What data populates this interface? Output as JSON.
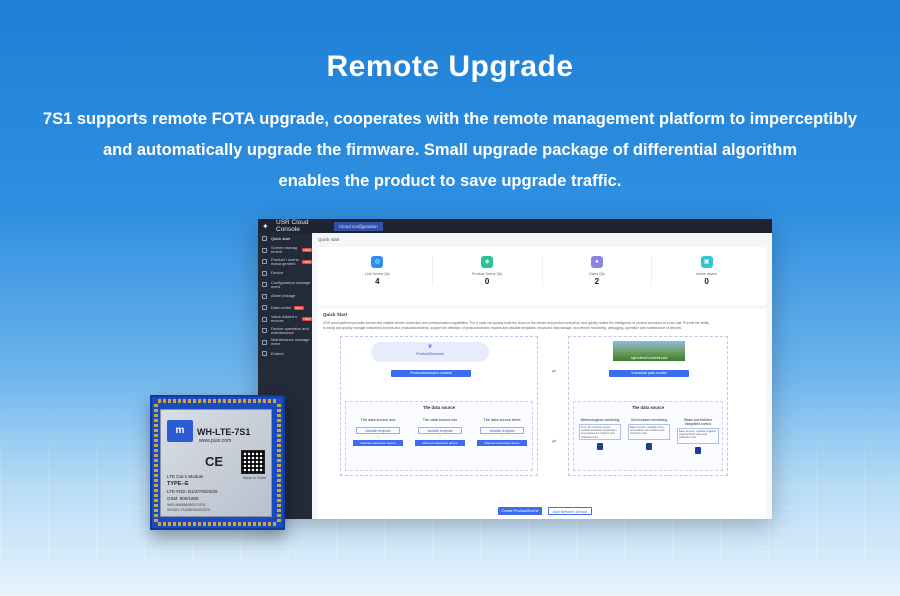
{
  "hero": {
    "title": "Remote Upgrade",
    "desc_lines": [
      "7S1 supports remote FOTA upgrade, cooperates with the remote management platform to imperceptibly",
      "and automatically upgrade the firmware. Small upgrade package of differential algorithm",
      "enables the product to save upgrade traffic."
    ]
  },
  "console": {
    "app_title": "USR Cloud Console",
    "top_tab": "Cloud configuration",
    "sidebar": [
      {
        "label": "Quick start"
      },
      {
        "label": "Screen manag ement",
        "badge": "NEW"
      },
      {
        "label": "Product / scene mana gement",
        "badge": "NEW"
      },
      {
        "label": "Device"
      },
      {
        "label": "Configuration manage ment"
      },
      {
        "label": "Alarm linkage"
      },
      {
        "label": "Data center",
        "badge": "NEW"
      },
      {
        "label": "Value-Added s ervices",
        "badge": "NEW"
      },
      {
        "label": "Device operation and maintenance"
      },
      {
        "label": "Maintenance manage ment"
      },
      {
        "label": "Extend"
      }
    ],
    "breadcrumb": "Quick start",
    "stats": [
      {
        "label": "Link Device Qty",
        "value": "4",
        "color": "#2f8ff0",
        "icon": "link-icon"
      },
      {
        "label": "Product Scene Qty",
        "value": "0",
        "color": "#2cc19a",
        "icon": "scene-icon"
      },
      {
        "label": "Users Qty",
        "value": "2",
        "color": "#8a84e8",
        "icon": "user-icon"
      },
      {
        "label": "online device",
        "value": "0",
        "color": "#2ec7d8",
        "icon": "online-icon"
      }
    ],
    "flow": {
      "section_title": "Quick Start",
      "desc_lines": [
        "USR cloud platform provides secure and reliable device connection and communication capabilities. The 5 node can quickly build the cloud on the device and product scenarios, and quickly realize the intelligence of product scenarios at a low cost. Provide the ability",
        "to easily and quickly manage networked devices and products/scenarios, support the definition of product/scenario models and variable templates, structured data storage, and remote monitoring, debugging, operation and maintenance of devices."
      ],
      "product_scenario": "Product/Scenario",
      "product_models_btn": "Product/scenario models",
      "data_source_title": "The data source",
      "data_sources": [
        {
          "name": "The data source one",
          "template": "Variable template",
          "device": "Manned networked device"
        },
        {
          "name": "The data source two",
          "template": "Variable template",
          "device": "Manned networked device"
        },
        {
          "name": "The data source three",
          "template": "Variable template",
          "device": "Manned networked device"
        }
      ],
      "farm_label": "Agricultural industrial park",
      "park_model_btn": "Industrial park model",
      "monitors": [
        {
          "name": "Meteorological monitoring",
          "desc": "From the machine sensor, variable translation parameters temperature air moisture and collection rules"
        },
        {
          "name": "Soil moisture monitoring",
          "desc": "Base sensors, variables from temperature soil moisture and collection rules"
        },
        {
          "name": "Water and fertilizer integrated control",
          "desc": "Base sensors, variable irrigation water/fertilizer valve and collection rules"
        }
      ],
      "create_btn": "Create Product/Scene",
      "add_device_btn": "Add Network Device"
    }
  },
  "module": {
    "logo": "m",
    "name": "WH-LTE-7S1",
    "url": "www.pusr.com",
    "ce": "CE",
    "spec1": "LTE Cat-1 Module",
    "spec2": "TYPE--E",
    "spec3": "LTE-FDD: B1/3/7/8/20/28",
    "spec4": "GSM:   900/1800",
    "micro1": "IMEI:868488090017876",
    "micro2": "SN:WH-7S1EBG00002876",
    "made": "Made in China"
  }
}
